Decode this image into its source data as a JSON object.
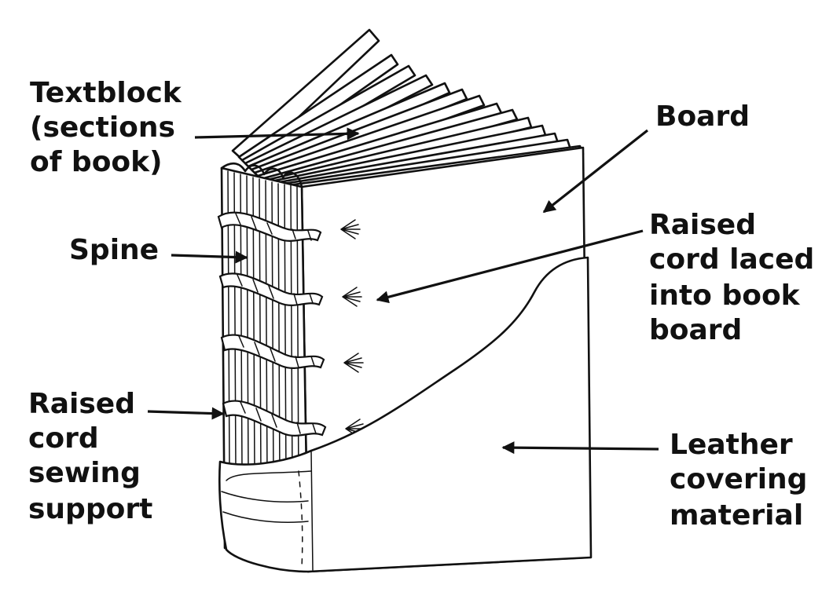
{
  "labels": {
    "textblock": [
      "Textblock",
      "(sections",
      "of book)"
    ],
    "spine": [
      "Spine"
    ],
    "sewing_support": [
      "Raised",
      "cord",
      "sewing",
      "support"
    ],
    "board": [
      "Board"
    ],
    "laced_cord": [
      "Raised",
      "cord laced",
      "into book",
      "board"
    ],
    "leather": [
      "Leather",
      "covering",
      "material"
    ]
  }
}
